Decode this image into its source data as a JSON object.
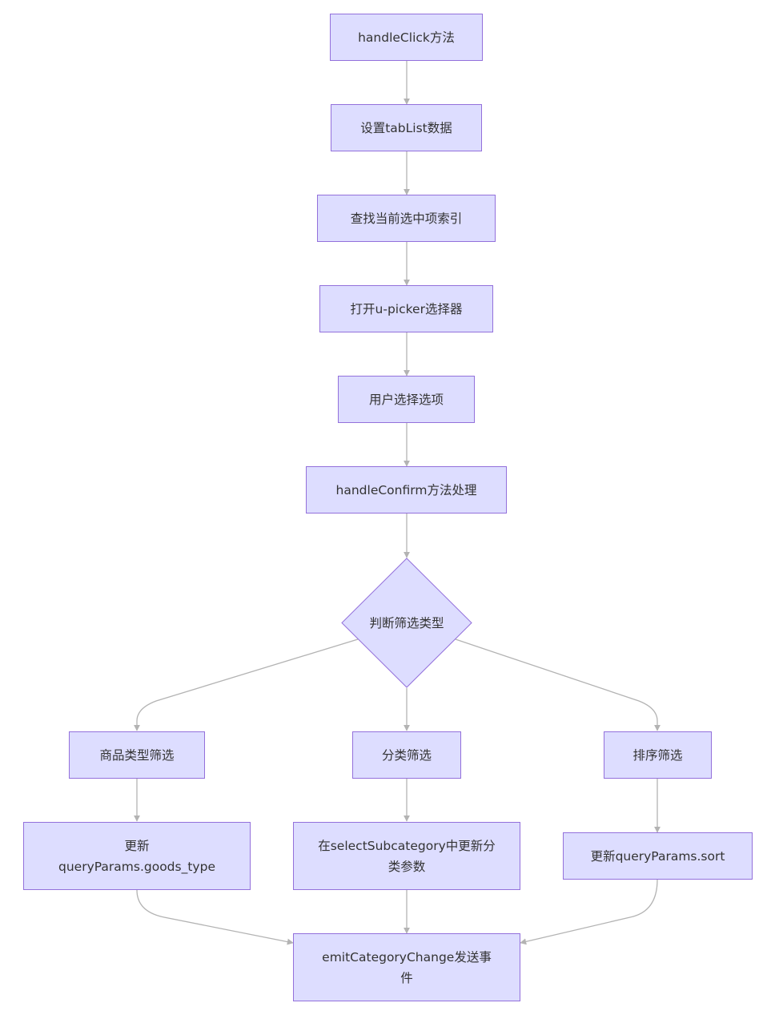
{
  "diagram": {
    "type": "flowchart",
    "direction": "top-down",
    "colors": {
      "node_fill": "#ddddff",
      "node_border": "#9370db",
      "edge": "#b3b3b3",
      "text": "#333333"
    },
    "nodes": {
      "handle_click": "handleClick方法",
      "set_tablist": "设置tabList数据",
      "find_index": "查找当前选中项索引",
      "open_picker": "打开u-picker选择器",
      "user_select": "用户选择选项",
      "handle_confirm": "handleConfirm方法处理",
      "judge_type": "判断筛选类型",
      "goods_type_filter": "商品类型筛选",
      "category_filter": "分类筛选",
      "sort_filter": "排序筛选",
      "update_goods_type": "更新queryParams.goods_type",
      "update_subcategory": "在selectSubcategory中更新分类参数",
      "update_sort": "更新queryParams.sort",
      "emit_change": "emitCategoryChange发送事件"
    },
    "edges": [
      [
        "handle_click",
        "set_tablist"
      ],
      [
        "set_tablist",
        "find_index"
      ],
      [
        "find_index",
        "open_picker"
      ],
      [
        "open_picker",
        "user_select"
      ],
      [
        "user_select",
        "handle_confirm"
      ],
      [
        "handle_confirm",
        "judge_type"
      ],
      [
        "judge_type",
        "goods_type_filter"
      ],
      [
        "judge_type",
        "category_filter"
      ],
      [
        "judge_type",
        "sort_filter"
      ],
      [
        "goods_type_filter",
        "update_goods_type"
      ],
      [
        "category_filter",
        "update_subcategory"
      ],
      [
        "sort_filter",
        "update_sort"
      ],
      [
        "update_goods_type",
        "emit_change"
      ],
      [
        "update_subcategory",
        "emit_change"
      ],
      [
        "update_sort",
        "emit_change"
      ]
    ]
  }
}
